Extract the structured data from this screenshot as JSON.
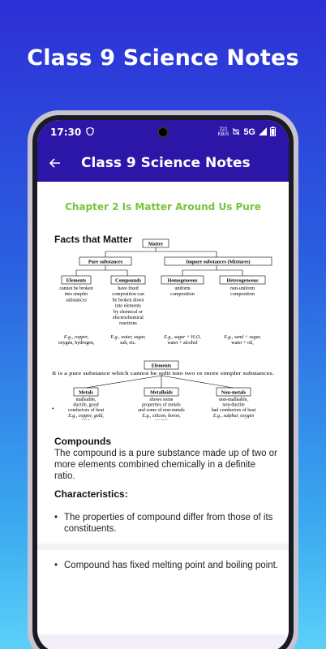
{
  "promo": {
    "title": "Class 9 Science Notes"
  },
  "status_bar": {
    "time": "17:30",
    "network": "5G",
    "net_speed_top": "222",
    "net_speed_bottom": "KB/S"
  },
  "app_bar": {
    "title": "Class 9 Science Notes"
  },
  "content": {
    "chapter_title": "Chapter 2 Is Matter Around Us Pure",
    "facts_heading": "Facts that Matter",
    "diagram": {
      "matter": "Matter",
      "pure": "Pure substances",
      "impure": "Impure substances (Mixtures)",
      "elements": "Elements",
      "compounds": "Compounds",
      "homogeneous": "Homogeneous",
      "heterogeneous": "Heterogeneous",
      "elements_desc": [
        "cannot be broken",
        "into simpler",
        "substances"
      ],
      "compounds_desc": [
        "have fixed",
        "composition can",
        "be broken down",
        "into elements",
        "by chemical or",
        "electrochemical",
        "reactions"
      ],
      "homogeneous_desc": [
        "uniform",
        "composition"
      ],
      "heterogeneous_desc": [
        "non-uniform",
        "composition"
      ],
      "elements_eg": [
        "E.g., copper,",
        "oxygen, hydrogen,"
      ],
      "compounds_eg": [
        "E.g., water, sugar,",
        "salt, etc."
      ],
      "homogeneous_eg": [
        "E.g., sugar + H₂O,",
        "water + alcohol"
      ],
      "heterogeneous_eg": [
        "E.g., sand + sugar,",
        "water + oil,"
      ],
      "elements_box": "Elements",
      "elements_def": "It is a pure substance which cannot be split into two or more simpler substances.",
      "metals": "Metals",
      "metalloids": "Metalloids",
      "nonmetals": "Non-metals",
      "metals_desc": [
        "malleable,",
        "ductile, good",
        "conductors of heat",
        "E.g., copper, gold,",
        "iron"
      ],
      "metalloids_desc": [
        "shows some",
        "properties of metals",
        "and some of non-metals",
        "E.g., silicon, boron,",
        "arsenic"
      ],
      "nonmetals_desc": [
        "non-malleable,",
        "non-ductile",
        "bad conductors of heat",
        "E.g., sulphur, oxygen"
      ]
    },
    "compounds_heading": "Compounds",
    "compounds_text": "The compound is a pure substance made up of two or more elements combined chemically in a definite ratio.",
    "characteristics_heading": "Characteristics:",
    "bullets": [
      "The properties of compound differ from those of its constituents.",
      "Compound has fixed melting point and boiling point."
    ]
  }
}
